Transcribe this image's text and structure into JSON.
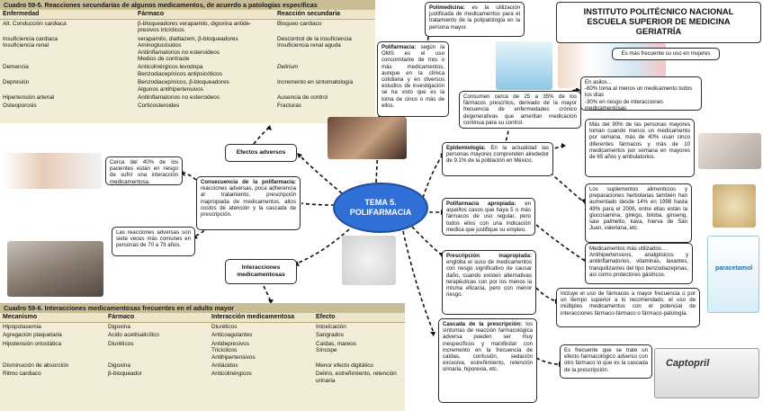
{
  "center": {
    "line1": "TEMA 5.",
    "line2": "POLIFARMACIA"
  },
  "title": {
    "line1": "INSTITUTO POLITÉCNICO NACIONAL",
    "line2": "ESCUELA SUPERIOR DE MEDICINA",
    "line3": "GERIATRÍA"
  },
  "table1": {
    "caption": "Cuadro 59-5.  Reacciones secundarias de algunos medicamentos, de acuerdo a patologías específicas",
    "headers": [
      "Enfermedad",
      "Fármaco",
      "Reacción secundaria"
    ],
    "rows": [
      [
        "Alt. Conducción cardiaca",
        "β-bloqueadores verapamilo, digoxina antide-\npresivos tricíclicos",
        "Bloqueo cardiaco"
      ],
      [
        "Insuficiencia cardiaca\nInsuficiencia renal",
        "verapamilo, dialtiazem, β-bloqueadores\nAminoglucósidos\nAntiinflamatorios no esteroideos\nMedios de contraste",
        "Descontrol de la insuficiencia\nInsuficiencia renal aguda"
      ],
      [
        "Demencia",
        "Anticolinérgicos levodopa\nBenzodiacepínicos antipsicóticos",
        "Delirium"
      ],
      [
        "Depresión",
        "Benzodiacepínicos, β-bloqueadores\nAlgunos antihipertensivos",
        "Incremento en sintomatología"
      ],
      [
        "Hipertensión arterial",
        "Antiinflamatorios no esteroideos",
        "Ausencia de control"
      ],
      [
        "Osteoporosis",
        "Corticosteroides",
        "Fracturas"
      ]
    ]
  },
  "table2": {
    "caption": "Cuadro 59-6.  Interacciones medicamentosas frecuentes en el adulto mayor",
    "headers": [
      "Mecanismo",
      "Fármaco",
      "Interacción medicamentosa",
      "Efecto"
    ],
    "rows": [
      [
        "Hipopotasemia",
        "Digoxina",
        "Diuréticos",
        "Intoxicación"
      ],
      [
        "Agregación plaquetaria",
        "Ácido acetilsalicílico",
        "Anticoagulantes",
        "Sangrados"
      ],
      [
        "Hipotensión ortostática",
        "Diuréticos",
        "Antidepresivos\nTricíclicos\nAntihipertensivos",
        "Caídas, mareos\nSíncope"
      ],
      [
        "Disminución de absorción",
        "Digoxina",
        "Antiácidos",
        "Menor efecto digitálico"
      ],
      [
        "Ritmo cardiaco",
        "β-bloqueador",
        "Anticolinérgicos",
        "Delirio, estreñimiento, retención\nurinaria"
      ]
    ]
  },
  "nodes": {
    "efectos_adversos": "Efectos adversos",
    "interacciones": "Interacciones\nmedicamentosas",
    "cerca40": "Cerca del 40% de los pacientes están en riesgo de sufrir una interacción medicamentosa.",
    "consecuencia_title": "Consecuencia de la polifarmacia:",
    "consecuencia_text": "reacciones adversas, poca adherencia al tratamiento, prescripción inapropiada de medicamentos, altos costos de atención y la cascada de prescripción.",
    "reacciones_siete": "Las reacciones adversas son siete veces más comunes en personas de 70 a 79 años.",
    "polimedicina_title": "Polimedicina:",
    "polimedicina_text": "es la utilización justificada de medicamentos para el tratamiento de la polipatología en la persona mayor.",
    "polifarmacia_title": "Polifarmacia:",
    "polifarmacia_text": "según la OMS es el uso concomitante de tres o más medicamentos, aunque en la clínica cotidiana y en diversos estudios de investigación se ha visto que es la toma de cinco o más de ellos.",
    "consumen": "Consumen cerca de 25 a 35% de los fármacos prescritos, derivado de la mayor frecuencia de enfermedades crónico degenerativas que ameritan medicación continua para su control.",
    "mujeres": "Es más frecuente su uso en mujeres",
    "asilos": "En asilos…\n-80% toma al menos un medicamento todos los días\n-30% en riesgo de interacciones medicamentosas",
    "epidemiologia_title": "Epidemiología:",
    "epidemiologia_text": "En la actualidad las personas mayores comprenden alrededor de 9.1% de la población en México.",
    "mas90": "Más del 90% de las personas mayores toman cuando menos un medicamento por semana, más de 40% usan cinco diferentes fármacos y más de 10 medicamentos por semana en mayores de 65 años y ambulatorios.",
    "suplementos": "Los suplementos alimenticios y preparaciones herbolarias también han aumentado desde 14% en 1998 hasta 49% para el 2006, entre ellas están la glucosamina, ginkgo, biloba, ginseng, saw palmetto, kava, hierva de San Juan, valeriana, etc.",
    "apropiada_title": "Polifarmacia apropiada:",
    "apropiada_text": "en aquellos casos que haya 5 o más fármacos de uso regular, pero todos ellos con una indicación medica que justifique su empleo.",
    "utilizados": "Medicamentos más utilizados…\nAntihipertensivos, analgésicos y antiinflamatorios, vitaminas, laxantes, tranquilizantes del tipo benzodiazepinas, así como protectores gástricos.",
    "inapropiada_title": "Prescripción inapropiada:",
    "inapropiada_text": "engloba el suso de medicamentos con riesgo significativo de causar daño, cuando existen alternativas terapéuticas con por los menos la misma eficacia, pero con menor riesgo.",
    "incluye": "Incluye el uso de fármacos a mayor frecuencia o por un tiempo superior a lo recomendado, el uso de múltiples medicamentos con el potencial de interacciones fármaco-fármaco o fármaco-patología.",
    "cascada_title": "Cascada de la prescripción:",
    "cascada_text": "los síntomas de reacción farmacológica adversa pueden ser muy inespecíficos y manifestar con incremento en la frecuencia de caídas, confusión, sedación excesiva, estreñimiento, retención urinaria, hiporexia, etc.",
    "frecuente_efecto": "Es frecuente que se trate un efecto farmacológico adverso con otro fármaco lo que es la cascada de la prescripción."
  },
  "labels": {
    "paracetamol": "paracetamol",
    "captopril": "Captopril"
  },
  "colors": {
    "center_fill": "#2f6fd6",
    "table_bg": "#f3ecd6",
    "table_caption": "#c9bd96"
  }
}
